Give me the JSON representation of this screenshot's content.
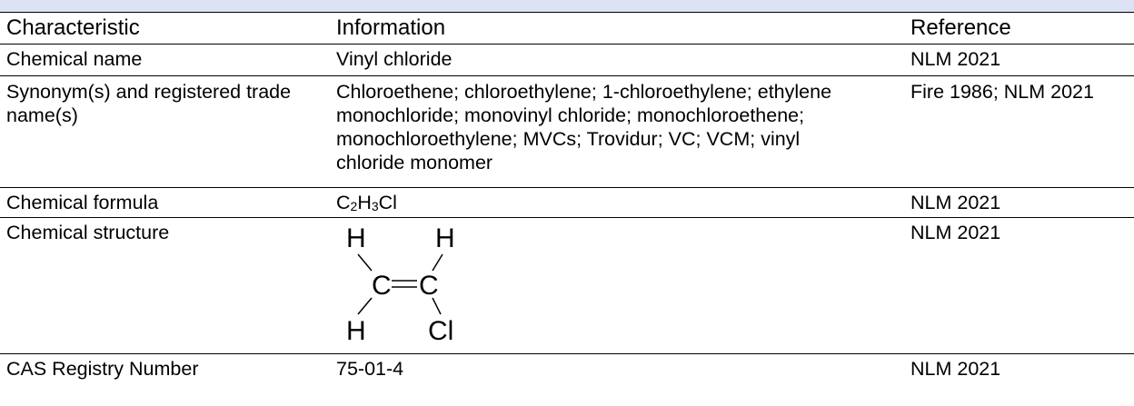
{
  "table": {
    "headers": {
      "characteristic": "Characteristic",
      "information": "Information",
      "reference": "Reference"
    },
    "rows": [
      {
        "characteristic": "Chemical name",
        "information": "Vinyl chloride",
        "reference": "NLM 2021"
      },
      {
        "characteristic": "Synonym(s) and registered trade name(s)",
        "information": "Chloroethene; chloroethylene; 1-chloroethylene; ethylene monochloride; monovinyl chloride; monochloroethene; monochloroethylene; MVCs; Trovidur; VC; VCM; vinyl chloride monomer",
        "reference": "Fire 1986; NLM 2021"
      },
      {
        "characteristic": "Chemical formula",
        "formula": {
          "c": "C",
          "c_n": "2",
          "h": "H",
          "h_n": "3",
          "cl": "Cl"
        },
        "reference": "NLM 2021"
      },
      {
        "characteristic": "Chemical structure",
        "structure": {
          "top_left": "H",
          "top_right": "H",
          "left_carbon": "C",
          "right_carbon": "C",
          "bottom_left": "H",
          "bottom_right": "Cl"
        },
        "reference": "NLM 2021"
      },
      {
        "characteristic": "CAS Registry Number",
        "information": "75-01-4",
        "reference": "NLM 2021"
      }
    ]
  },
  "colors": {
    "header_band": "#dbe3f4",
    "rule": "#000000"
  }
}
